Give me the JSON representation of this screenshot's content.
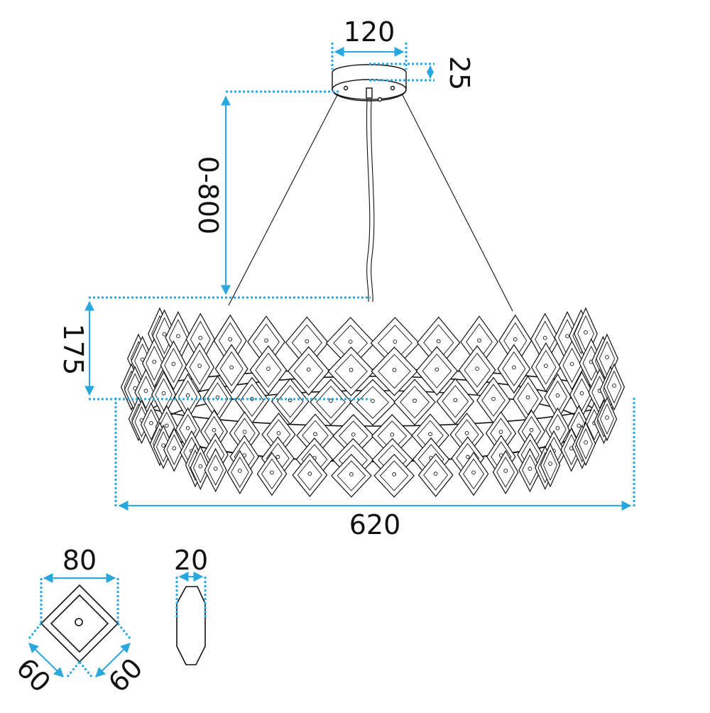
{
  "colors": {
    "dimension": "#29a8e0",
    "line": "#111111",
    "background": "#ffffff"
  },
  "dimensions": {
    "canopy_width": "120",
    "canopy_height": "25",
    "suspension_length": "0-800",
    "body_height": "175",
    "body_width": "620",
    "crystal_width": "80",
    "crystal_side_left": "60",
    "crystal_side_right": "60",
    "crystal_thickness": "20"
  }
}
